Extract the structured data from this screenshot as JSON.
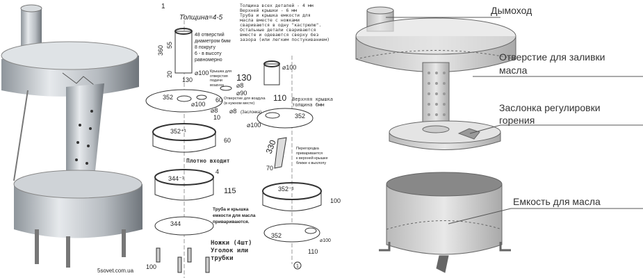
{
  "photo": {
    "watermark": "5sovet.com.ua"
  },
  "drawing": {
    "sheet_number": "1",
    "thickness_label": "Толщина=4-5",
    "notes": [
      "Толщина всех деталей - 4 мм",
      "Верхней крышки - 6 мм",
      "Труба и крышка емкости для",
      "масла вместе с ножками",
      "свариваются в одну \"кастрюлю\".",
      "Остальные детали свариваются",
      "вместе и одеваются сверху без",
      "зазора (или легким постукиванием)"
    ],
    "pipe_holes_note": [
      "48 отверстий",
      "диаметром 6мм",
      "8 покругу",
      "6 - в высоту",
      "равномерно"
    ],
    "dims": {
      "d360": "360",
      "d55": "55",
      "d20": "20",
      "d130a": "130",
      "d100a": "⌀100",
      "d130b": "130",
      "d100b": "⌀100",
      "d8a": "⌀8",
      "d90": "⌀90",
      "d352a": "352",
      "d60a": "60",
      "d100c": "⌀100",
      "d8b": "⌀8",
      "d10": "10",
      "d8c": "⌀8",
      "d110a": "110",
      "d352b": "352",
      "d100d": "⌀100",
      "d352c": "352⁺¹",
      "d60b": "60",
      "d330": "330",
      "d70": "70",
      "d344a": "344⁻¹",
      "d4": "4",
      "d115": "115",
      "d352d": "352⁻¹",
      "d100e": "100",
      "d344b": "344",
      "d352e": "352",
      "d100f": "⌀100",
      "d110b": "110",
      "d100g": "100"
    },
    "small_labels": {
      "filler_cover": "Крышка для отверстия подачи воздуха",
      "air_hole": "Отверстие для воздуха (в нужном месте)",
      "damper": "(Заслонка)"
    },
    "top_cover_note": [
      "Верхняя крышка",
      "толщина 6мм"
    ],
    "partition_note": [
      "Перегородка",
      "приваривается",
      "к верхней крышке",
      "ближе к выхлопу"
    ],
    "tight_fit": "Плотно входит",
    "weld_note": [
      "Труба и крышка",
      "емкости для масла",
      "привариваются."
    ],
    "legs_note": [
      "Ножки (4шт)",
      "Уголок или",
      "трубки"
    ],
    "sheet_number_bottom": "1"
  },
  "diagram": {
    "labels": {
      "chimney": "Дымоход",
      "filler_hole": [
        "Отверстие для заливки",
        "масла"
      ],
      "damper": [
        "Заслонка регулировки",
        "горения"
      ],
      "oil_tank": "Емкость для масла"
    }
  }
}
